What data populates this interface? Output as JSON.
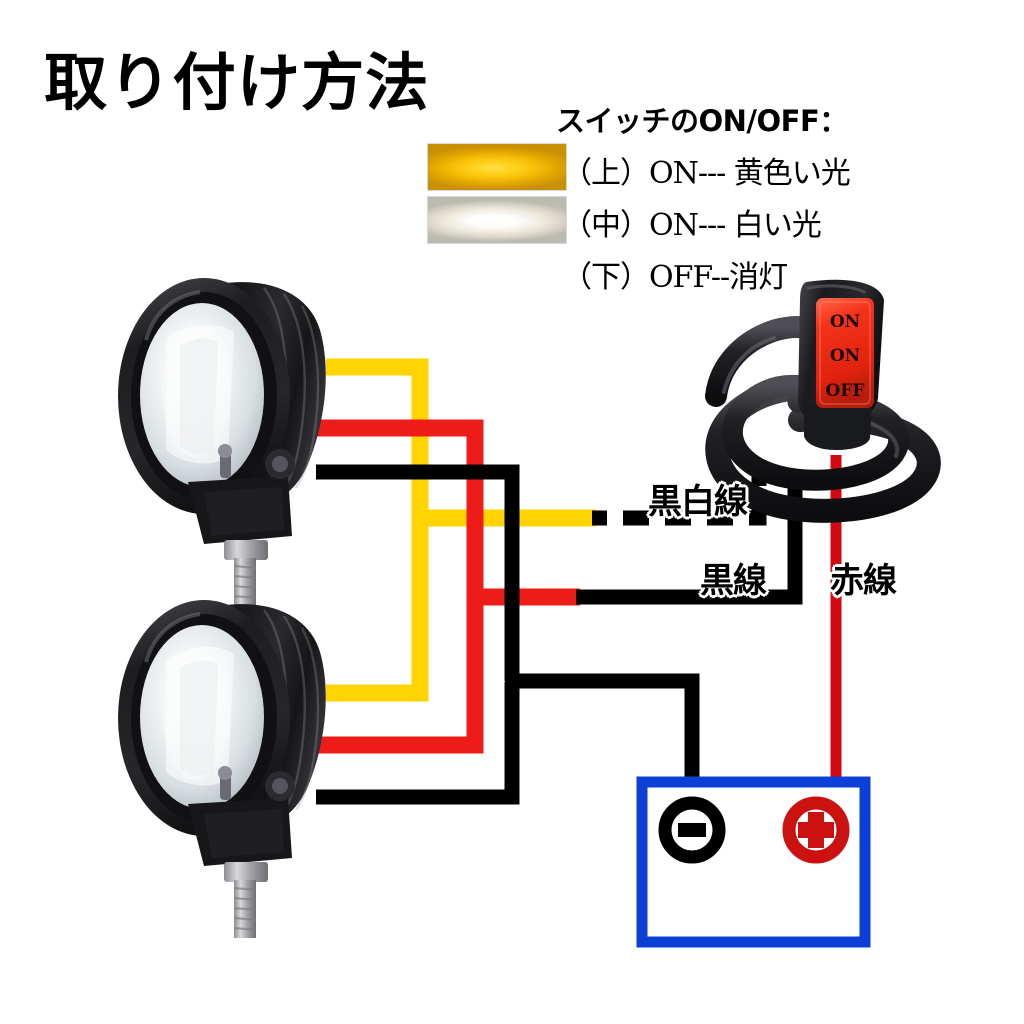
{
  "page": {
    "title": "取り付け方法",
    "background": "#ffffff"
  },
  "legend": {
    "heading": "スイッチのON/OFF：",
    "rows": [
      {
        "label": "（上）ON--- 黄色い光",
        "swatch": "amber-beam",
        "swatch_color": "#f5bc05"
      },
      {
        "label": "（中）ON--- 白い光",
        "swatch": "white-beam",
        "swatch_color": "#f2efe6"
      },
      {
        "label": "（下）OFF--消灯",
        "swatch": null,
        "swatch_color": null
      }
    ]
  },
  "switch": {
    "name": "handlebar-switch",
    "rocker_labels": [
      "ON",
      "ON",
      "OFF"
    ],
    "rocker_color": "#f02b16",
    "body_color": "#1c1c1e"
  },
  "wire_labels": [
    {
      "id": "black-white",
      "text": "黒白線",
      "color": "#000000",
      "style": "dashed"
    },
    {
      "id": "black",
      "text": "黒線",
      "color": "#000000",
      "style": "solid"
    },
    {
      "id": "red",
      "text": "赤線",
      "color": "#d10a12",
      "style": "solid"
    }
  ],
  "colors": {
    "yellow_wire": "#ffd400",
    "red_wire": "#ee1c18",
    "black_wire": "#000000",
    "battery_outline": "#0b3fd6",
    "plus_terminal": "#cc1111",
    "minus_terminal": "#000000",
    "lamp_body": "#1a1a1c",
    "lens": "#e9eef0"
  },
  "battery": {
    "name": "battery",
    "outline_color": "#0b3fd6",
    "terminals": [
      {
        "id": "negative",
        "symbol": "−",
        "color": "#000000"
      },
      {
        "id": "positive",
        "symbol": "+",
        "color": "#cc1111"
      }
    ]
  },
  "lamps": [
    {
      "id": "lamp-upper",
      "name": "led-spotlight-upper",
      "wires": [
        {
          "color_name": "yellow",
          "hex": "#ffd400"
        },
        {
          "color_name": "red",
          "hex": "#ee1c18"
        },
        {
          "color_name": "black",
          "hex": "#000000"
        }
      ]
    },
    {
      "id": "lamp-lower",
      "name": "led-spotlight-lower",
      "wires": [
        {
          "color_name": "yellow",
          "hex": "#ffd400"
        },
        {
          "color_name": "red",
          "hex": "#ee1c18"
        },
        {
          "color_name": "black",
          "hex": "#000000"
        }
      ]
    }
  ]
}
